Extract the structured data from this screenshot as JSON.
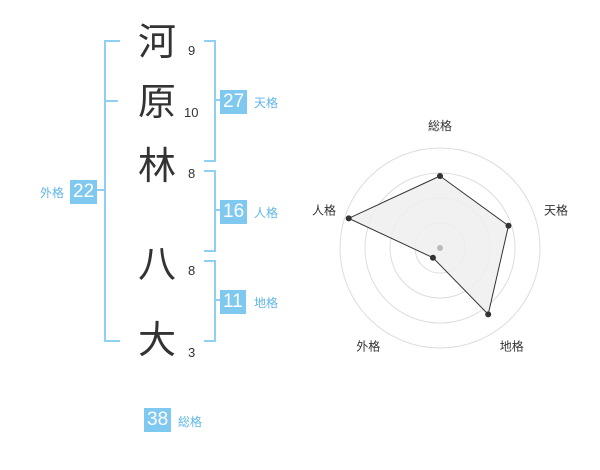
{
  "name_chars": [
    {
      "char": "河",
      "strokes": "9"
    },
    {
      "char": "原",
      "strokes": "10"
    },
    {
      "char": "林",
      "strokes": "8"
    },
    {
      "char": "八",
      "strokes": "8"
    },
    {
      "char": "大",
      "strokes": "3"
    }
  ],
  "kaku": {
    "tenkaku": {
      "value": "27",
      "label": "天格"
    },
    "jinkaku": {
      "value": "16",
      "label": "人格"
    },
    "chikaku": {
      "value": "11",
      "label": "地格"
    },
    "gaikaku": {
      "value": "22",
      "label": "外格"
    },
    "soukaku": {
      "value": "38",
      "label": "総格"
    }
  },
  "chart_data": {
    "type": "radar",
    "axes": [
      "総格",
      "天格",
      "地格",
      "外格",
      "人格"
    ],
    "values": [
      0.72,
      0.72,
      0.82,
      0.12,
      0.96
    ],
    "levels": 4,
    "colors": {
      "fill": "#eeeeee",
      "line": "#333333",
      "grid": "#dddddd",
      "point": "#333333",
      "center": "#bbbbbb"
    }
  }
}
